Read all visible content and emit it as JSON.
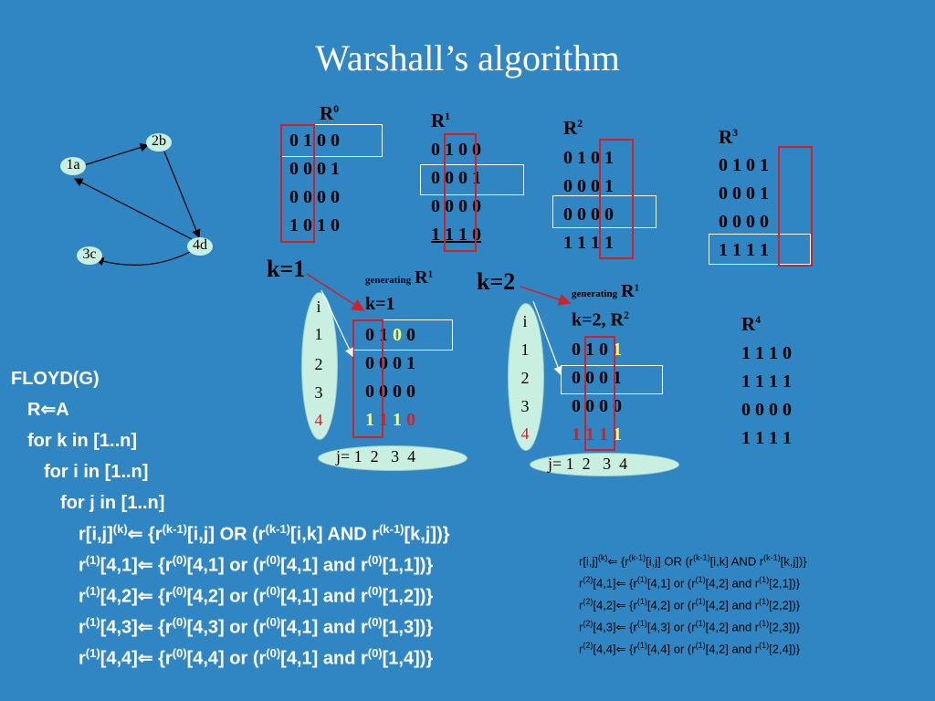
{
  "title": "Warshall’s  algorithm",
  "graph": {
    "nodes": [
      "1a",
      "2b",
      "3c",
      "4d"
    ]
  },
  "matrices": {
    "R0": {
      "label": "R",
      "sup": "0",
      "rows": [
        "0 1 0 0",
        "0 0 0 1",
        "0 0 0 0",
        "1 0 1 0"
      ]
    },
    "R1": {
      "label": "R",
      "sup": "1",
      "rows": [
        "0 1 0 0",
        "0 0 0 1",
        "0 0 0 0",
        "1 1 1 0"
      ]
    },
    "R2": {
      "label": "R",
      "sup": "2",
      "rows": [
        "0 1 0 1",
        "0 0 0 1",
        "0 0 0 0",
        "1 1 1 1"
      ]
    },
    "R3": {
      "label": "R",
      "sup": "3",
      "rows": [
        "0 1 0 1",
        "0 0 0 1",
        "0 0 0 0",
        "1 1 1 1"
      ]
    },
    "R4": {
      "label": "R",
      "sup": "4",
      "rows": [
        "1 1 1 0",
        "1 1 1 1",
        "0 0 0 0",
        "1 1 1 1"
      ]
    }
  },
  "gen1": {
    "k_label": "k=1",
    "generating": "generating",
    "target": "R",
    "target_sup": "1",
    "sub": "k=1",
    "rows": [
      "0 1 0 0",
      "0 0 0 1",
      "0 0 0 0",
      "1 1 1 0"
    ],
    "i_items": [
      "i",
      "1",
      "2",
      "3",
      "4"
    ],
    "j_label": "j= 1  2   3  4"
  },
  "gen2": {
    "k_label": "k=2",
    "generating": "generating",
    "target": "R",
    "target_sup": "1",
    "sub_text": "k=2, R",
    "sub_sup": "2",
    "rows": [
      "0 1 0 1",
      "0 0 0 1",
      "0 0 0 0",
      "1 1 1 1"
    ],
    "i_items": [
      "i",
      "1",
      "2",
      "3",
      "4"
    ],
    "j_label": "j= 1  2   3  4"
  },
  "code": {
    "l1": "FLOYD(G)",
    "l2": "R",
    "l2b": "A",
    "l3": "for k in [1..n]",
    "l4": "for i in [1..n]",
    "l5": "for j in [1..n]"
  }
}
